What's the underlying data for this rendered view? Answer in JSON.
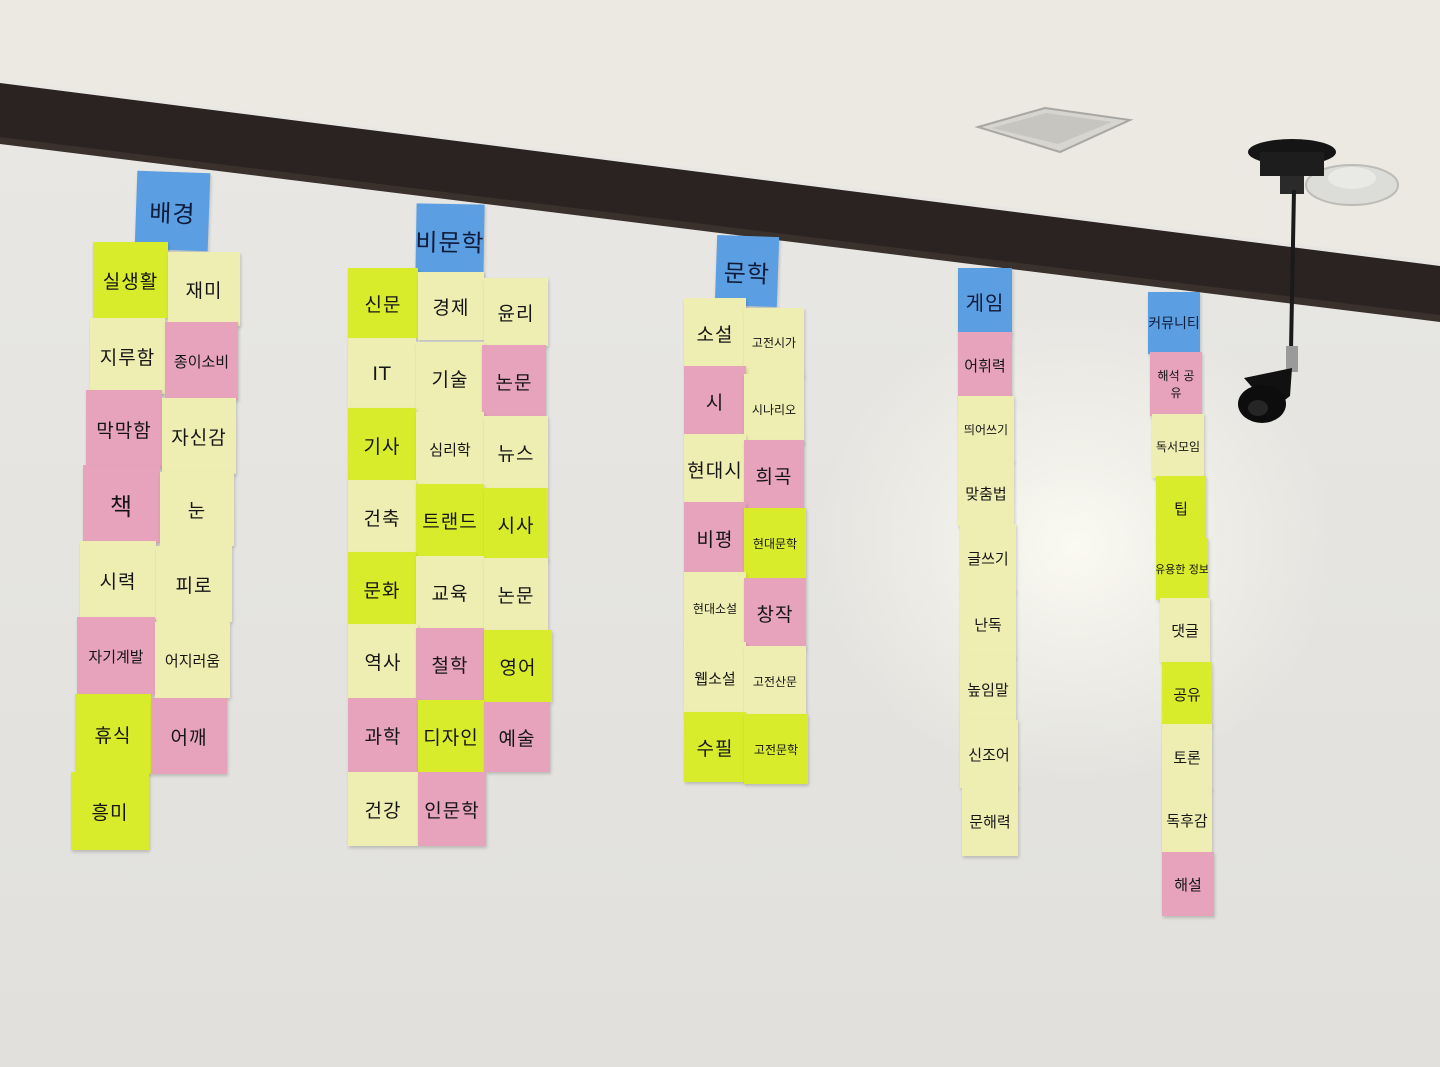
{
  "colors": {
    "blue": "#5b9fe2",
    "yellow": "#efeeb2",
    "green": "#d9ec2c",
    "pink": "#e6a3bb",
    "wall": "#e6e5e1",
    "beam": "#2b2321"
  },
  "columns": [
    {
      "header": "배경",
      "notes": [
        {
          "text": "실생활",
          "color": "green"
        },
        {
          "text": "재미",
          "color": "yellow"
        },
        {
          "text": "지루함",
          "color": "yellow"
        },
        {
          "text": "종이소비",
          "color": "pink"
        },
        {
          "text": "막막함",
          "color": "pink"
        },
        {
          "text": "자신감",
          "color": "yellow"
        },
        {
          "text": "책",
          "color": "pink"
        },
        {
          "text": "눈",
          "color": "yellow"
        },
        {
          "text": "시력",
          "color": "yellow"
        },
        {
          "text": "피로",
          "color": "yellow"
        },
        {
          "text": "자기계발",
          "color": "pink"
        },
        {
          "text": "어지러움",
          "color": "yellow"
        },
        {
          "text": "휴식",
          "color": "green"
        },
        {
          "text": "어깨",
          "color": "pink"
        },
        {
          "text": "흥미",
          "color": "green"
        }
      ]
    },
    {
      "header": "비문학",
      "notes": [
        {
          "text": "신문",
          "color": "green"
        },
        {
          "text": "경제",
          "color": "yellow"
        },
        {
          "text": "윤리",
          "color": "yellow"
        },
        {
          "text": "IT",
          "color": "yellow"
        },
        {
          "text": "기술",
          "color": "yellow"
        },
        {
          "text": "논문",
          "color": "pink"
        },
        {
          "text": "기사",
          "color": "green"
        },
        {
          "text": "심리학",
          "color": "yellow"
        },
        {
          "text": "뉴스",
          "color": "yellow"
        },
        {
          "text": "건축",
          "color": "yellow"
        },
        {
          "text": "트랜드",
          "color": "green"
        },
        {
          "text": "시사",
          "color": "green"
        },
        {
          "text": "문화",
          "color": "green"
        },
        {
          "text": "교육",
          "color": "yellow"
        },
        {
          "text": "논문",
          "color": "yellow"
        },
        {
          "text": "역사",
          "color": "yellow"
        },
        {
          "text": "철학",
          "color": "pink"
        },
        {
          "text": "영어",
          "color": "green"
        },
        {
          "text": "과학",
          "color": "pink"
        },
        {
          "text": "디자인",
          "color": "green"
        },
        {
          "text": "예술",
          "color": "pink"
        },
        {
          "text": "건강",
          "color": "yellow"
        },
        {
          "text": "인문학",
          "color": "pink"
        }
      ]
    },
    {
      "header": "문학",
      "notes": [
        {
          "text": "소설",
          "color": "yellow"
        },
        {
          "text": "고전시가",
          "color": "yellow"
        },
        {
          "text": "시",
          "color": "pink"
        },
        {
          "text": "시나리오",
          "color": "yellow"
        },
        {
          "text": "현대시",
          "color": "yellow"
        },
        {
          "text": "희곡",
          "color": "pink"
        },
        {
          "text": "비평",
          "color": "pink"
        },
        {
          "text": "현대문학",
          "color": "green"
        },
        {
          "text": "현대소설",
          "color": "yellow"
        },
        {
          "text": "창작",
          "color": "pink"
        },
        {
          "text": "웹소설",
          "color": "yellow"
        },
        {
          "text": "고전산문",
          "color": "yellow"
        },
        {
          "text": "수필",
          "color": "green"
        },
        {
          "text": "고전문학",
          "color": "green"
        }
      ]
    },
    {
      "header": "게임",
      "notes": [
        {
          "text": "어휘력",
          "color": "pink"
        },
        {
          "text": "띄어쓰기",
          "color": "yellow"
        },
        {
          "text": "맞춤법",
          "color": "yellow"
        },
        {
          "text": "글쓰기",
          "color": "yellow"
        },
        {
          "text": "난독",
          "color": "yellow"
        },
        {
          "text": "높임말",
          "color": "yellow"
        },
        {
          "text": "신조어",
          "color": "yellow"
        },
        {
          "text": "문해력",
          "color": "yellow"
        }
      ]
    },
    {
      "header": "커뮤니티",
      "notes": [
        {
          "text": "해석 공유",
          "color": "pink"
        },
        {
          "text": "독서모임",
          "color": "yellow"
        },
        {
          "text": "팁",
          "color": "green"
        },
        {
          "text": "유용한 정보",
          "color": "green"
        },
        {
          "text": "댓글",
          "color": "yellow"
        },
        {
          "text": "공유",
          "color": "green"
        },
        {
          "text": "토론",
          "color": "yellow"
        },
        {
          "text": "독후감",
          "color": "yellow"
        },
        {
          "text": "해설",
          "color": "pink"
        }
      ]
    }
  ]
}
